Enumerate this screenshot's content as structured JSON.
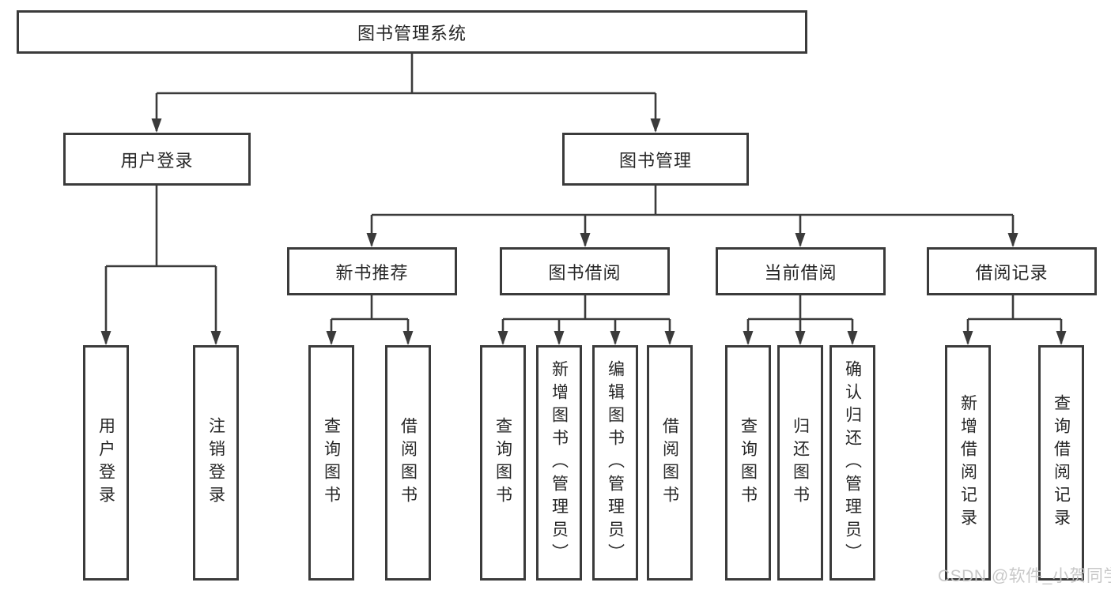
{
  "diagram": {
    "title_node": "图书管理系统",
    "level2": {
      "user_login": "用户登录",
      "book_mgmt": "图书管理"
    },
    "level3": {
      "new_book": "新书推荐",
      "book_borrow": "图书借阅",
      "current_borrow": "当前借阅",
      "borrow_record": "借阅记录"
    },
    "leaves": {
      "user_login": "用户登录",
      "logout": "注销登录",
      "nb_query_book": "查询图书",
      "nb_borrow_book": "借阅图书",
      "bb_query_book": "查询图书",
      "bb_add_book_admin": "新增图书（管理员）",
      "bb_edit_book_admin": "编辑图书（管理员）",
      "bb_borrow_book": "借阅图书",
      "cb_query_book": "查询图书",
      "cb_return_book": "归还图书",
      "cb_confirm_return_admin": "确认归还（管理员）",
      "br_add_record": "新增借阅记录",
      "br_query_record": "查询借阅记录"
    },
    "colors": {
      "line": "#3b3b3b",
      "box_border": "#3b3b3b",
      "box_fill": "#ffffff",
      "text": "#262626",
      "watermark": "#c5c5c5"
    }
  },
  "watermark": "CSDN @软件_小贺同学"
}
